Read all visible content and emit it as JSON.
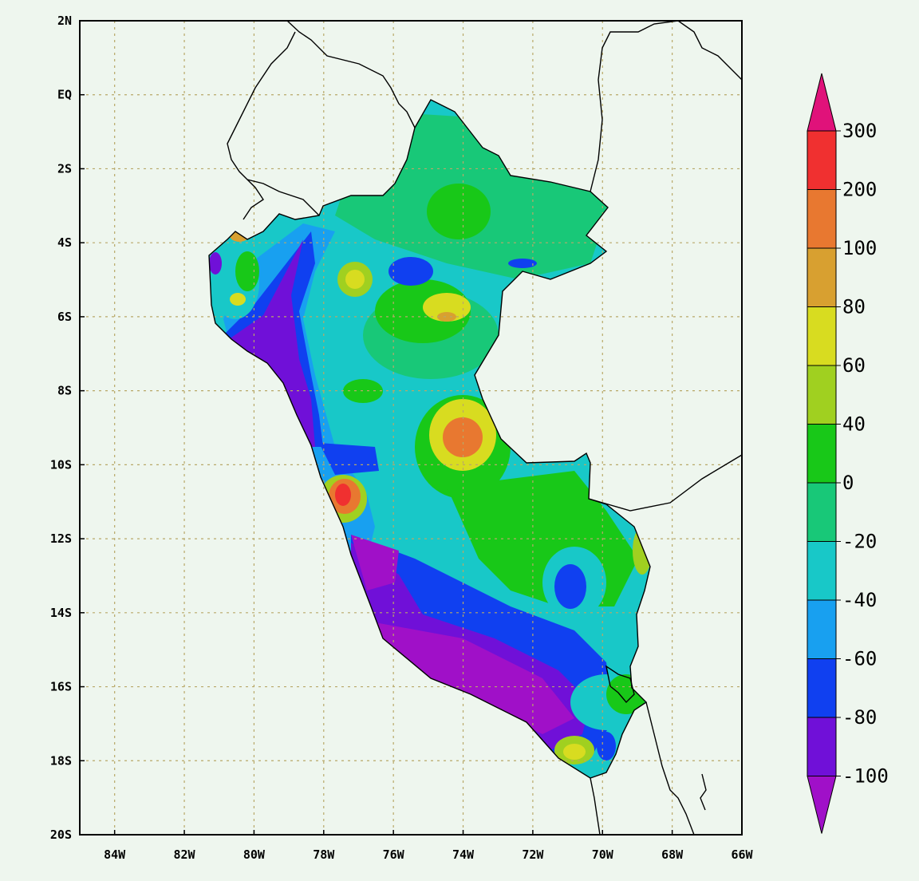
{
  "map": {
    "lat_labels": [
      "2N",
      "EQ",
      "2S",
      "4S",
      "6S",
      "8S",
      "10S",
      "12S",
      "14S",
      "16S",
      "18S",
      "20S"
    ],
    "lon_labels": [
      "84W",
      "82W",
      "80W",
      "78W",
      "76W",
      "74W",
      "72W",
      "70W",
      "68W",
      "66W"
    ],
    "lat_range": [
      -20,
      2
    ],
    "lon_range": [
      -85,
      -66
    ],
    "grid": true
  },
  "colorbar": {
    "labels": [
      "300",
      "200",
      "100",
      "80",
      "60",
      "40",
      "0",
      "-20",
      "-40",
      "-60",
      "-80",
      "-100"
    ],
    "colors": {
      "above_300": "#e0127a",
      "200_300": "#f03030",
      "100_200": "#e87830",
      "80_100": "#d8a030",
      "60_80": "#d8dc20",
      "40_60": "#a0d020",
      "0_40": "#18c818",
      "-20_0": "#18c878",
      "-40_-20": "#18c8c8",
      "-60_-40": "#18a0f0",
      "-80_-60": "#1040f0",
      "-100_-80": "#7010d8",
      "below_-100": "#a010c8"
    }
  }
}
